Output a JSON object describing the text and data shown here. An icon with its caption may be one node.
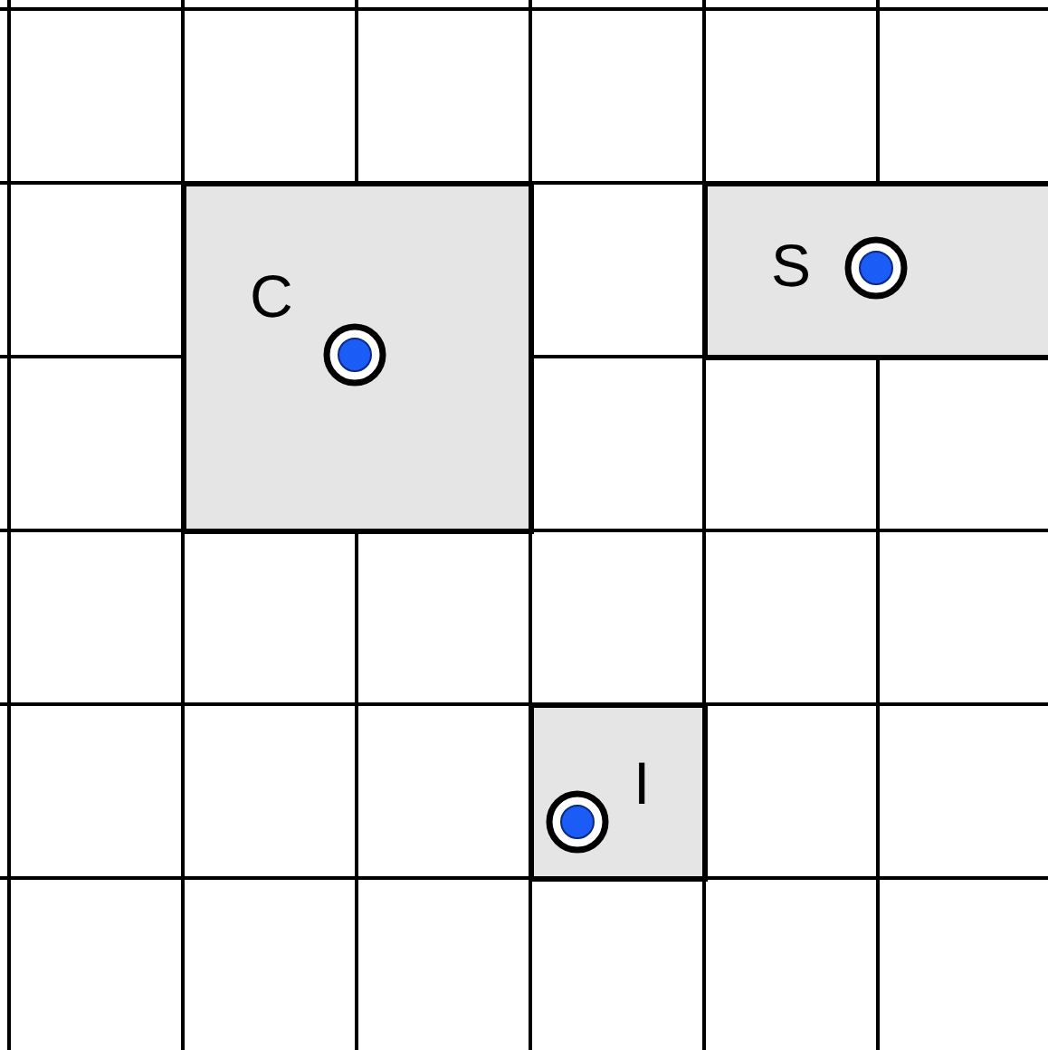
{
  "diagram": {
    "nodes": [
      {
        "text": [
          "C"
        ]
      },
      {
        "text": [
          "S"
        ]
      },
      {
        "text": [
          "I"
        ]
      }
    ]
  }
}
